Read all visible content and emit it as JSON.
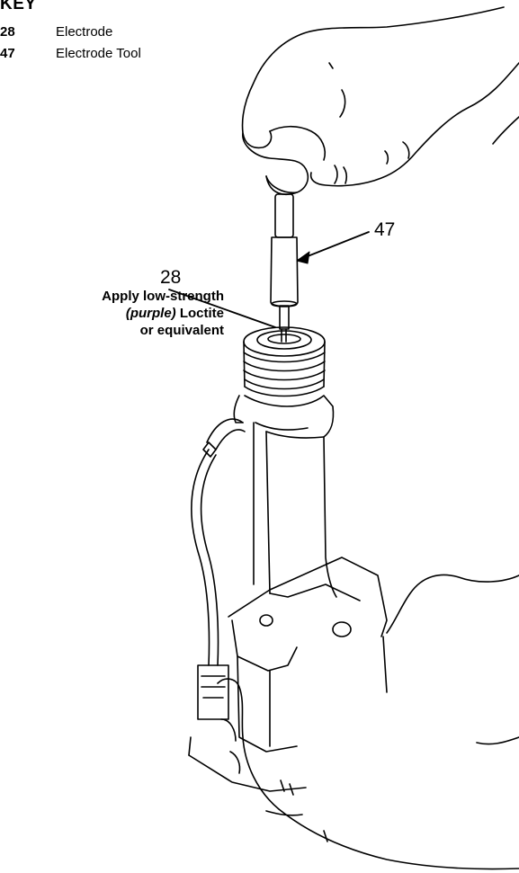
{
  "key": {
    "title": "KEY",
    "items": [
      {
        "num": "28",
        "label": "Electrode"
      },
      {
        "num": "47",
        "label": "Electrode Tool"
      }
    ]
  },
  "callouts": {
    "electrode_num": "28",
    "tool_num": "47"
  },
  "note": {
    "line1": "Apply low-strength",
    "line2_italic": "(purple)",
    "line2_rest": " Loctite",
    "line3": "or equivalent"
  }
}
